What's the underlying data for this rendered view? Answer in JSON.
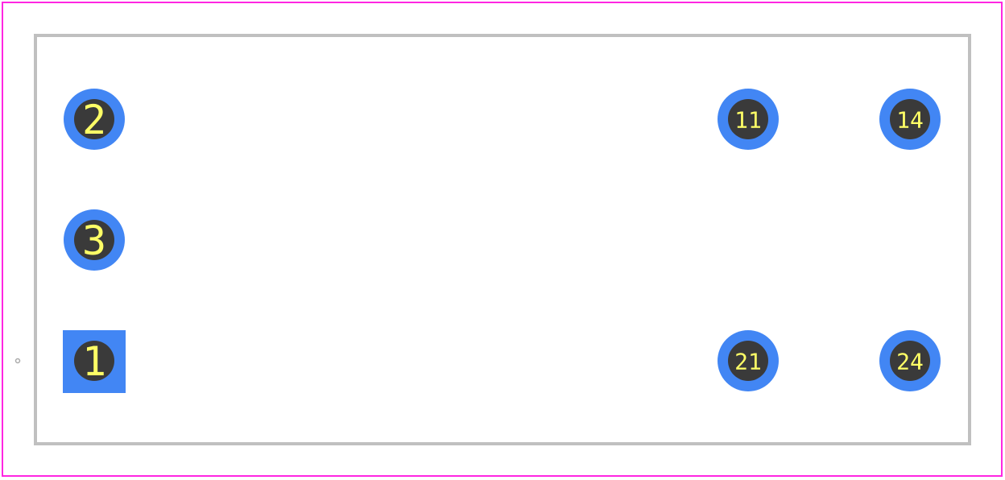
{
  "colors": {
    "background": "#ffffff",
    "courtyard": "#ff26e2",
    "silkscreen": "#c0c0c0",
    "pad": "#4286f4",
    "drill": "#3a3a3a",
    "pad_text": "#ffff66",
    "origin": "#aaaaaa"
  },
  "pads": [
    {
      "number": "2",
      "shape": "round"
    },
    {
      "number": "3",
      "shape": "round"
    },
    {
      "number": "1",
      "shape": "square"
    },
    {
      "number": "11",
      "shape": "round"
    },
    {
      "number": "14",
      "shape": "round"
    },
    {
      "number": "21",
      "shape": "round"
    },
    {
      "number": "24",
      "shape": "round"
    }
  ]
}
